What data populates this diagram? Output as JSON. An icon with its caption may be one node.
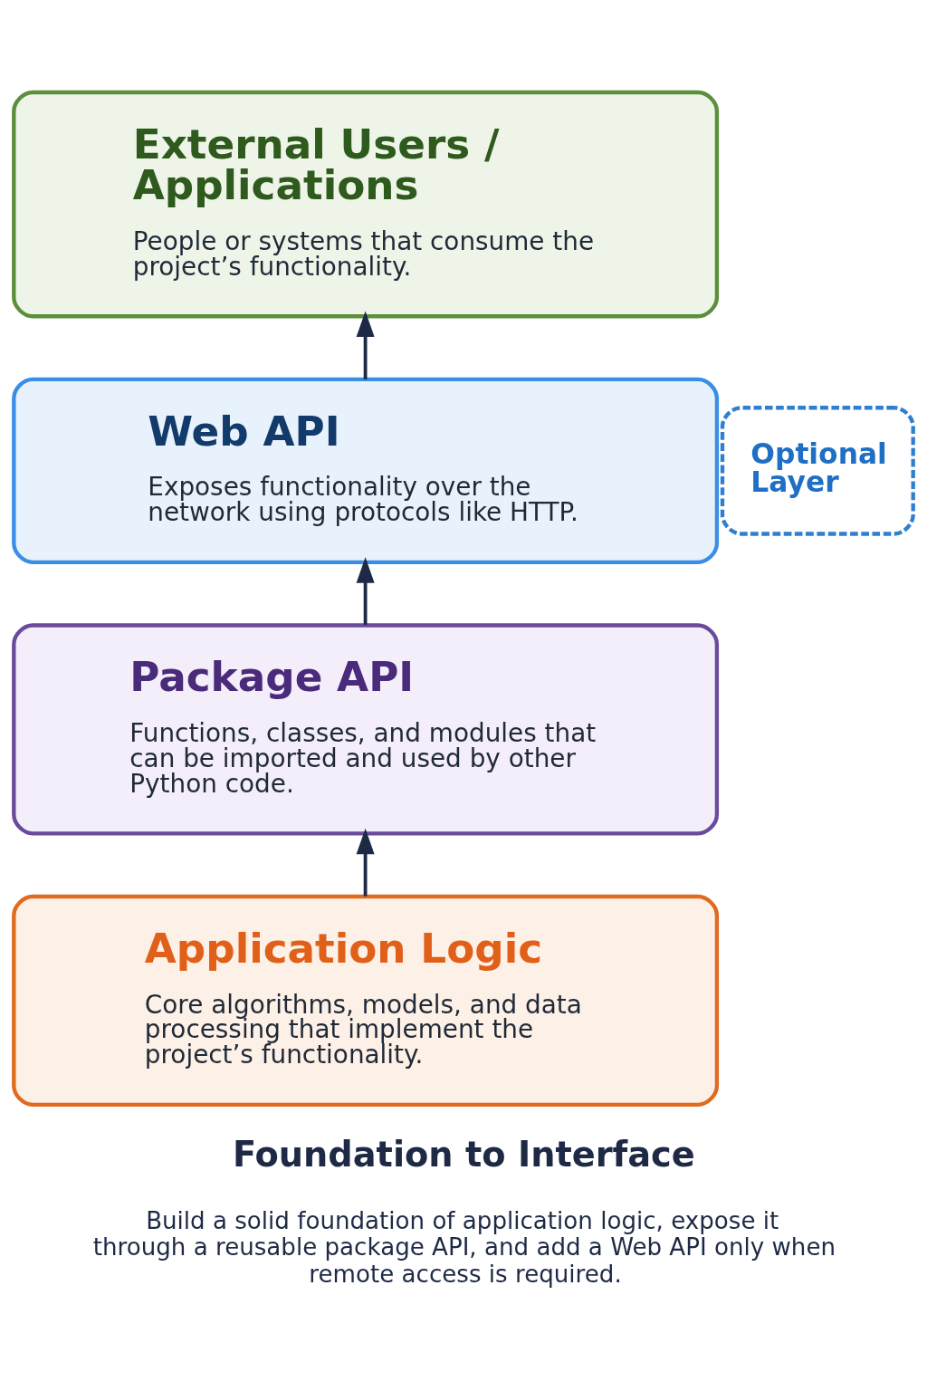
{
  "diagram": {
    "title": "Foundation to Interface",
    "caption": "Build a solid foundation of application logic, expose it through a reusable package API, and add a Web API only when remote access is required.",
    "nodes": [
      {
        "text": [
          "External Users / Applications",
          "People or systems that consume the project’s functionality."
        ]
      },
      {
        "text": [
          "Web API",
          "Exposes functionality over the network using protocols like HTTP."
        ]
      },
      {
        "text": [
          "Optional Layer"
        ]
      },
      {
        "text": [
          "Package API",
          "Functions, classes, and modules that can be imported and used by other Python code."
        ]
      },
      {
        "text": [
          "Application Logic",
          "Core algorithms, models, and data processing that implement the project’s functionality."
        ]
      }
    ],
    "edges": [
      {
        "from": 4,
        "to": 3,
        "arrow": "to"
      },
      {
        "from": 3,
        "to": 1,
        "arrow": "to"
      },
      {
        "from": 1,
        "to": 0,
        "arrow": "to"
      }
    ]
  }
}
